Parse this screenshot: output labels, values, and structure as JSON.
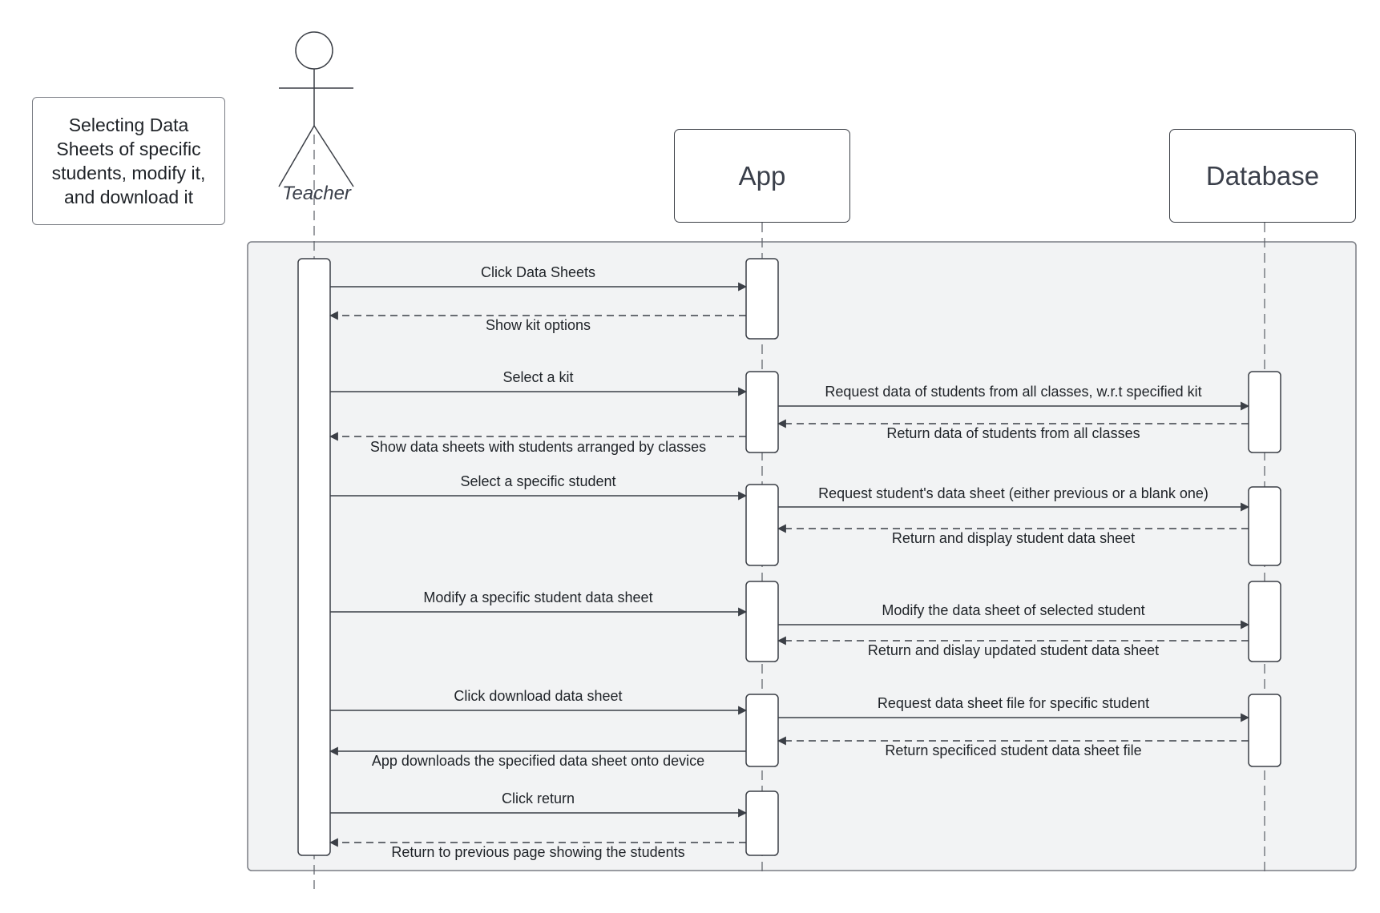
{
  "note": {
    "lines": [
      "Selecting Data",
      "Sheets of specific",
      "students, modify it,",
      "and download it"
    ]
  },
  "actor": {
    "name": "Teacher"
  },
  "participants": {
    "app": "App",
    "database": "Database"
  },
  "colors": {
    "frame_fill": "#f2f3f4",
    "frame_stroke": "#7a7d84",
    "line": "#3b3f46",
    "text": "#1f2328"
  },
  "messages": [
    {
      "text": "Click Data Sheets",
      "from": "teacher",
      "to": "app",
      "style": "solid"
    },
    {
      "text": "Show kit options",
      "from": "app",
      "to": "teacher",
      "style": "dashed"
    },
    {
      "text": "Select a kit",
      "from": "teacher",
      "to": "app",
      "style": "solid"
    },
    {
      "text": "Request data of students from all classes, w.r.t specified kit",
      "from": "app",
      "to": "database",
      "style": "solid"
    },
    {
      "text": "Return data of students from all classes",
      "from": "database",
      "to": "app",
      "style": "dashed"
    },
    {
      "text": "Show data sheets with students arranged by classes",
      "from": "app",
      "to": "teacher",
      "style": "dashed"
    },
    {
      "text": "Select a specific student",
      "from": "teacher",
      "to": "app",
      "style": "solid"
    },
    {
      "text": "Request student's data sheet (either previous or a blank one)",
      "from": "app",
      "to": "database",
      "style": "solid"
    },
    {
      "text": "Return and display student data sheet",
      "from": "database",
      "to": "app",
      "style": "dashed"
    },
    {
      "text": "Modify a specific student data sheet",
      "from": "teacher",
      "to": "app",
      "style": "solid"
    },
    {
      "text": "Modify the data sheet of selected student",
      "from": "app",
      "to": "database",
      "style": "solid"
    },
    {
      "text": "Return and dislay updated student data sheet",
      "from": "database",
      "to": "app",
      "style": "dashed"
    },
    {
      "text": "Click download data sheet",
      "from": "teacher",
      "to": "app",
      "style": "solid"
    },
    {
      "text": "Request data sheet file for specific student",
      "from": "app",
      "to": "database",
      "style": "solid"
    },
    {
      "text": "Return specificed student data sheet file",
      "from": "database",
      "to": "app",
      "style": "dashed"
    },
    {
      "text": "App downloads the specified data sheet onto device",
      "from": "app",
      "to": "teacher",
      "style": "solid"
    },
    {
      "text": "Click return",
      "from": "teacher",
      "to": "app",
      "style": "solid"
    },
    {
      "text": "Return to previous page showing the students",
      "from": "app",
      "to": "teacher",
      "style": "dashed"
    }
  ]
}
